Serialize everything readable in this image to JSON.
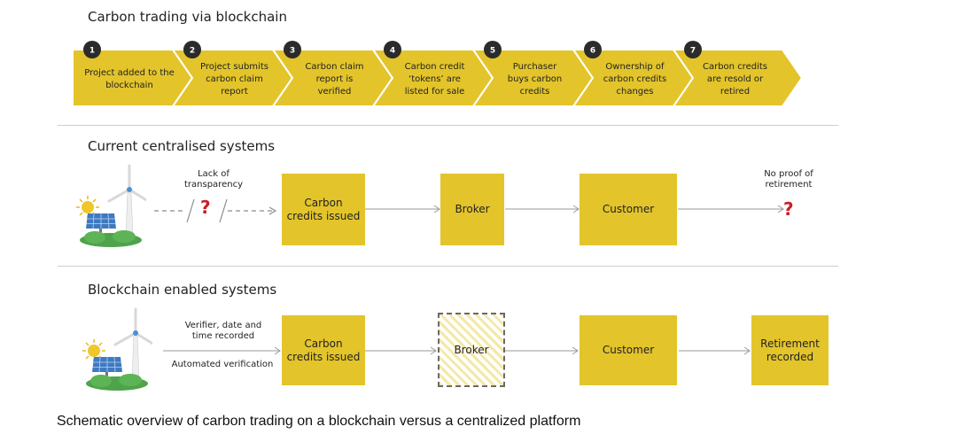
{
  "titles": {
    "blockchain_process": "Carbon trading via blockchain",
    "centralised": "Current centralised systems",
    "blockchain_enabled": "Blockchain enabled systems"
  },
  "process_steps": [
    {
      "number": "1",
      "lines": [
        "Project added to the",
        "blockchain"
      ]
    },
    {
      "number": "2",
      "lines": [
        "Project submits",
        "carbon claim",
        "report"
      ]
    },
    {
      "number": "3",
      "lines": [
        "Carbon claim",
        "report is",
        "verified"
      ]
    },
    {
      "number": "4",
      "lines": [
        "Carbon credit",
        "‘tokens’ are",
        "listed for sale"
      ]
    },
    {
      "number": "5",
      "lines": [
        "Purchaser",
        "buys carbon",
        "credits"
      ]
    },
    {
      "number": "6",
      "lines": [
        "Ownership of",
        "carbon credits",
        "changes"
      ]
    },
    {
      "number": "7",
      "lines": [
        "Carbon credits",
        "are resold or",
        "retired"
      ]
    }
  ],
  "centralised": {
    "lack_label": [
      "Lack of",
      "transparency"
    ],
    "question_mark": "?",
    "box_carbon": [
      "Carbon",
      "credits issued"
    ],
    "box_broker": "Broker",
    "box_customer": "Customer",
    "no_proof_label": [
      "No proof of",
      "retirement"
    ]
  },
  "blockchain": {
    "verifier_label": [
      "Verifier, date and",
      "time recorded"
    ],
    "automated_label": "Automated verification",
    "box_carbon": [
      "Carbon",
      "credits issued"
    ],
    "box_broker": "Broker",
    "box_customer": "Customer",
    "box_retirement": [
      "Retirement",
      "recorded"
    ]
  },
  "caption": "Schematic overview of carbon trading on a blockchain versus a centralized platform",
  "icons": {
    "renewable": "wind-turbine-solar-panel-icon",
    "step_badge": "number-badge-icon"
  },
  "colors": {
    "yellow": "#e3c42b",
    "badge": "#2b2b2b",
    "question": "#c81e28",
    "arrow": "#9a9a9a"
  }
}
